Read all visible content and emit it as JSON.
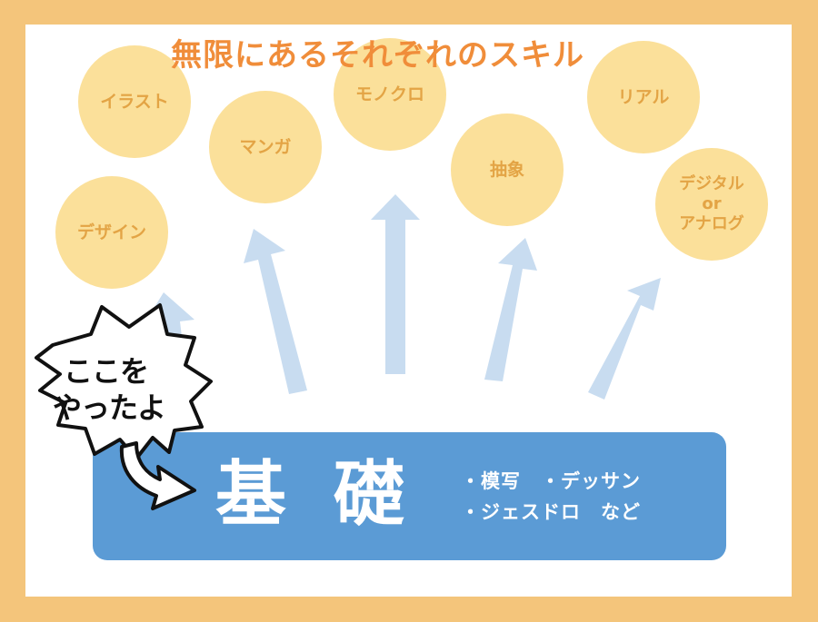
{
  "title": "無限にあるそれぞれのスキル",
  "skills": {
    "illust": "イラスト",
    "design": "デザイン",
    "manga": "マンガ",
    "monochrome": "モノクロ",
    "abstract": "抽象",
    "real": "リアル",
    "digital_line1": "デジタル",
    "digital_line2": "or",
    "digital_line3": "アナログ"
  },
  "base": {
    "title": "基礎",
    "line1": "・模写　・デッサン",
    "line2": "・ジェスドロ　など"
  },
  "callout": {
    "line1": "ここを",
    "line2": "やったよ"
  },
  "colors": {
    "frame": "#f4c57b",
    "bubble": "#fbe09a",
    "bubble_text": "#e3a445",
    "title": "#f08d3a",
    "base_box": "#5b9bd5",
    "arrow": "#c8dcf0"
  }
}
